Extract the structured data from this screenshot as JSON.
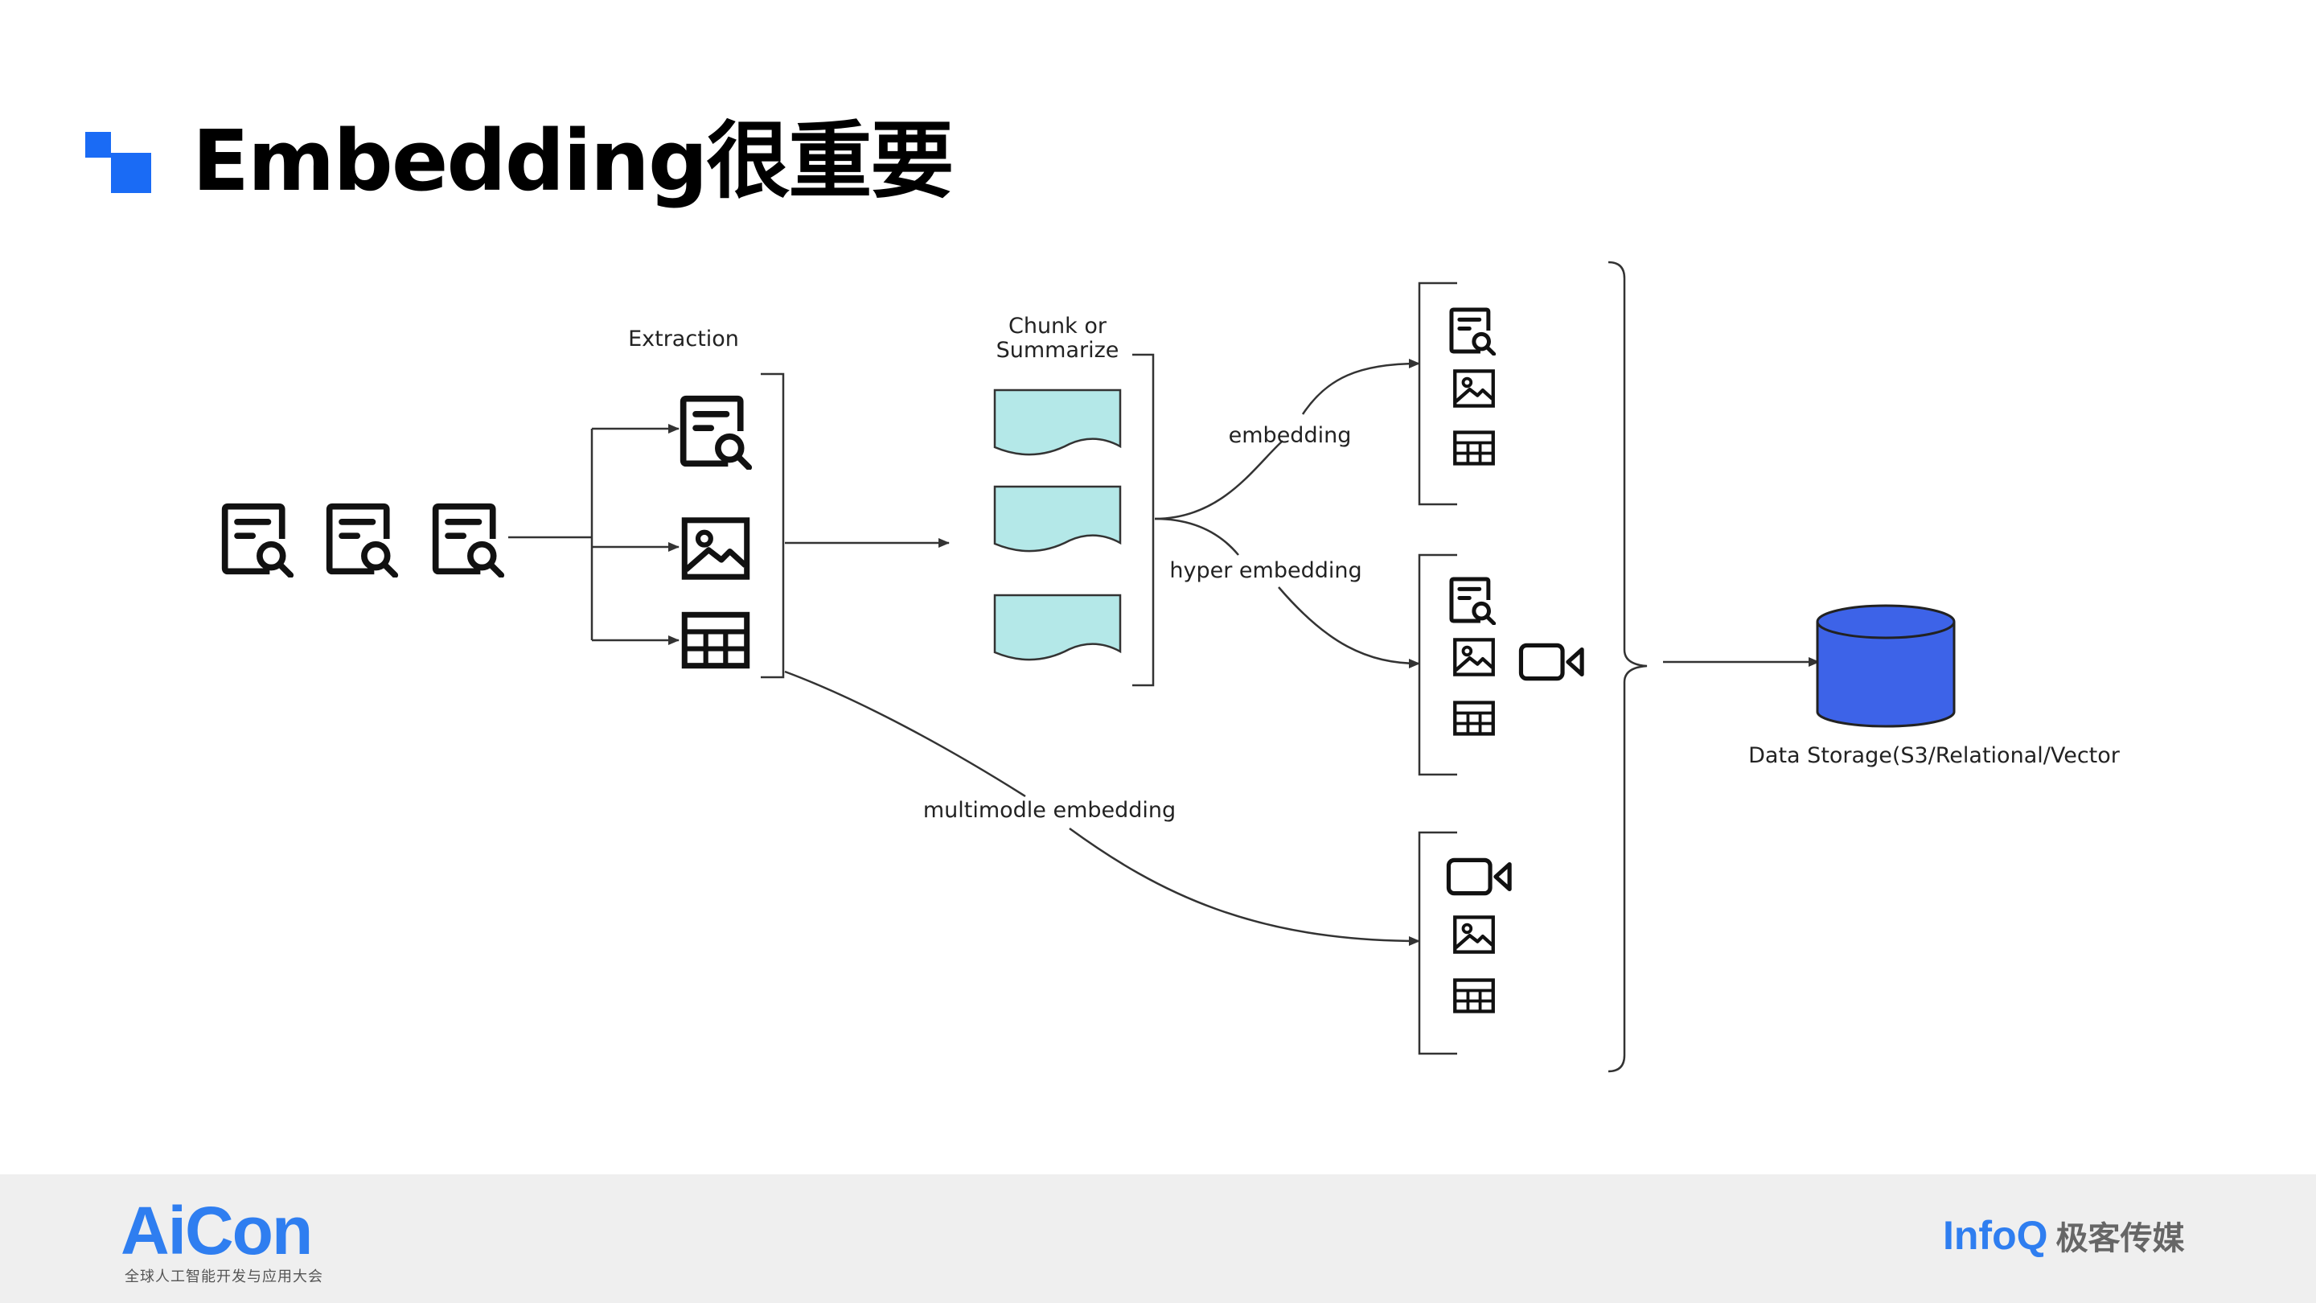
{
  "slide": {
    "title": "Embedding很重要",
    "accent_color": "#1a6bf5"
  },
  "diagram": {
    "extraction_label": "Extraction",
    "chunk_label_line1": "Chunk or",
    "chunk_label_line2": "Summarize",
    "edge_embedding": "embedding",
    "edge_hyper_embedding": "hyper embedding",
    "edge_multimodle_embedding": "multimodle embedding",
    "storage_label": "Data Storage(S3/Relational/Vector",
    "chunk_fill": "#b4e8e8",
    "storage_fill": "#3d63e8"
  },
  "footer": {
    "aicon_logo": "AiCon",
    "aicon_subtitle": "全球人工智能开发与应用大会",
    "infoq_logo": "InfoQ",
    "infoq_cn": "极客传媒"
  }
}
